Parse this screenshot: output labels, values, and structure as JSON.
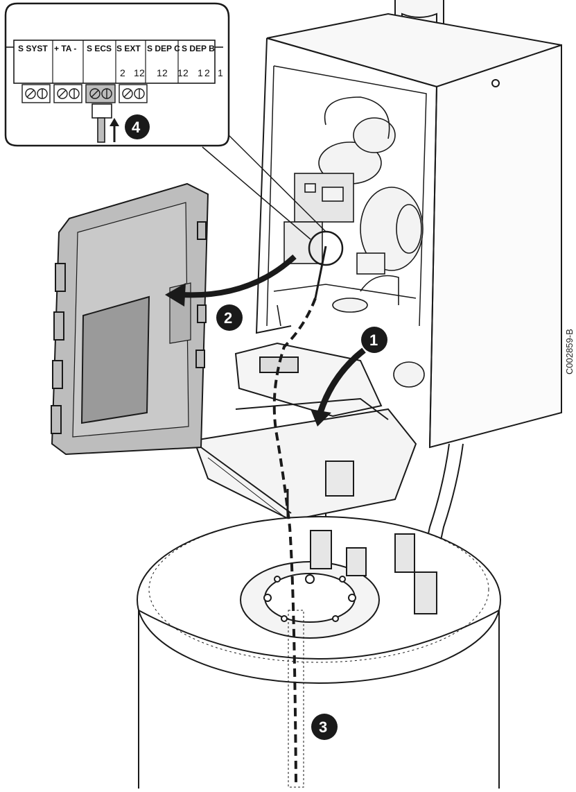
{
  "figure_code": "C002859-B",
  "terminal_block": {
    "labels": [
      "S SYST",
      "+ TA -",
      "S ECS",
      "S EXT",
      "S DEP C",
      "S DEP B"
    ],
    "pin_numbers": [
      "2",
      "1",
      "2",
      "1",
      "2",
      "1",
      "2",
      "1",
      "2",
      "1"
    ]
  },
  "steps": [
    "1",
    "2",
    "3",
    "4"
  ],
  "colors": {
    "line": "#1a1a1a",
    "panel_fill": "#bdbdbd",
    "panel_dark": "#9a9a9a",
    "step_badge": "#1a1a1a",
    "highlight_terminal": "#bdbdbd"
  },
  "icons": [
    "arrow-up-icon",
    "curved-arrow-icon",
    "dashed-cable-route-icon"
  ]
}
